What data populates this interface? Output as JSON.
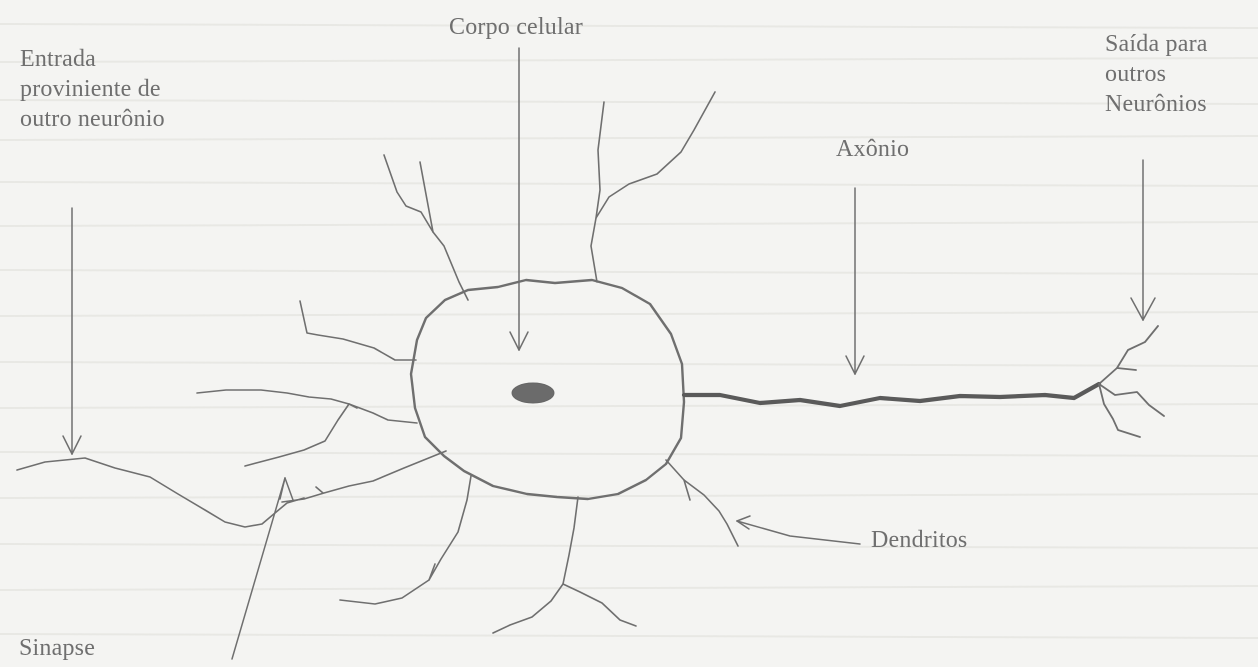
{
  "labels": {
    "entrada": "Entrada\nproviniente de\noutro neurônio",
    "corpo": "Corpo celular",
    "saida": "Saída para\noutros\nNeurônios",
    "axonio": "Axônio",
    "dendritos": "Dendritos",
    "sinapse": "Sinapse"
  },
  "colors": {
    "background": "#f4f4f2",
    "line": "#6f6f6f",
    "nucleus": "#6b6b6b",
    "axon": "#5a5a5a"
  }
}
